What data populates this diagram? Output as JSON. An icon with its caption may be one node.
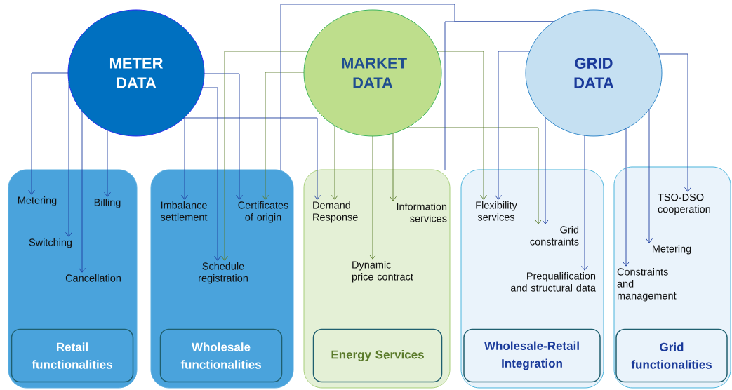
{
  "diagram": {
    "nodes": [
      {
        "text": [
          "METER DATA"
        ]
      },
      {
        "text": [
          "MARKET DATA"
        ]
      },
      {
        "text": [
          "GRID DATA"
        ]
      },
      {
        "text": [],
        "shape": "box"
      },
      {
        "text": [
          "Retail functionalities"
        ],
        "in": 3
      },
      {
        "text": [
          "Metering"
        ],
        "in": 3
      },
      {
        "text": [
          "Billing"
        ],
        "in": 3
      },
      {
        "text": [
          "Switching"
        ],
        "in": 3
      },
      {
        "text": [
          "Cancellation"
        ],
        "in": 3
      },
      {
        "text": [],
        "shape": "box"
      },
      {
        "text": [
          "Wholesale functionalities"
        ],
        "in": 9
      },
      {
        "text": [
          "Imbalance settlement"
        ],
        "in": 9
      },
      {
        "text": [
          "Certificates of origin"
        ],
        "in": 9
      },
      {
        "text": [
          "Schedule registration"
        ],
        "in": 9
      },
      {
        "text": [],
        "shape": "box"
      },
      {
        "text": [
          "Energy Services"
        ],
        "in": 14
      },
      {
        "text": [
          "Demand Response"
        ],
        "in": 14
      },
      {
        "text": [
          "Information services"
        ],
        "in": 14
      },
      {
        "text": [
          "Dynamic price contract"
        ],
        "in": 14
      },
      {
        "text": [],
        "shape": "box"
      },
      {
        "text": [
          "Wholesale-Retail Integration"
        ],
        "in": 19
      },
      {
        "text": [
          "Flexibility services"
        ],
        "in": 19
      },
      {
        "text": [
          "Grid constraints"
        ],
        "in": 19
      },
      {
        "text": [
          "Prequalification and structural data"
        ],
        "in": 19
      },
      {
        "text": [],
        "shape": "box"
      },
      {
        "text": [
          "Grid functionalities"
        ],
        "in": 24
      },
      {
        "text": [
          "TSO-DSO cooperation"
        ],
        "in": 24
      },
      {
        "text": [
          "Metering"
        ],
        "in": 24
      },
      {
        "text": [
          "Constraints and management"
        ],
        "in": 24
      }
    ],
    "edges": [
      {
        "from": 0,
        "to": 5,
        "arrow": "to"
      },
      {
        "from": 0,
        "to": 7,
        "arrow": "to"
      },
      {
        "from": 0,
        "to": 8,
        "arrow": "to"
      },
      {
        "from": 0,
        "to": 6,
        "arrow": "to"
      },
      {
        "from": 0,
        "to": 11,
        "arrow": "to"
      },
      {
        "from": 0,
        "to": 13,
        "arrow": "to"
      },
      {
        "from": 0,
        "to": 12,
        "arrow": "to"
      },
      {
        "from": 0,
        "to": 16,
        "arrow": "to"
      },
      {
        "from": 1,
        "to": 13,
        "arrow": "to",
        "color": "#5a7a2a"
      },
      {
        "from": 1,
        "to": 12,
        "arrow": "to",
        "color": "#5a7a2a"
      },
      {
        "from": 1,
        "to": 16,
        "arrow": "to",
        "color": "#5a7a2a"
      },
      {
        "from": 1,
        "to": 18,
        "arrow": "to",
        "color": "#5a7a2a"
      },
      {
        "from": 1,
        "to": 17,
        "arrow": "to",
        "color": "#5a7a2a"
      },
      {
        "from": 1,
        "to": 21,
        "arrow": "to",
        "color": "#5a7a2a"
      },
      {
        "from": 1,
        "to": 22,
        "arrow": "to",
        "color": "#5a7a2a"
      },
      {
        "from": 2,
        "to": 21,
        "arrow": "to"
      },
      {
        "from": 2,
        "to": 22,
        "arrow": "to"
      },
      {
        "from": 2,
        "to": 23,
        "arrow": "to"
      },
      {
        "from": 2,
        "to": 28,
        "arrow": "to"
      },
      {
        "from": 2,
        "to": 27,
        "arrow": "to"
      },
      {
        "from": 2,
        "to": 26,
        "arrow": "to"
      },
      {
        "from": 2,
        "to": 9,
        "arrow": "none"
      },
      {
        "from": 2,
        "to": 14,
        "arrow": "none"
      }
    ]
  }
}
